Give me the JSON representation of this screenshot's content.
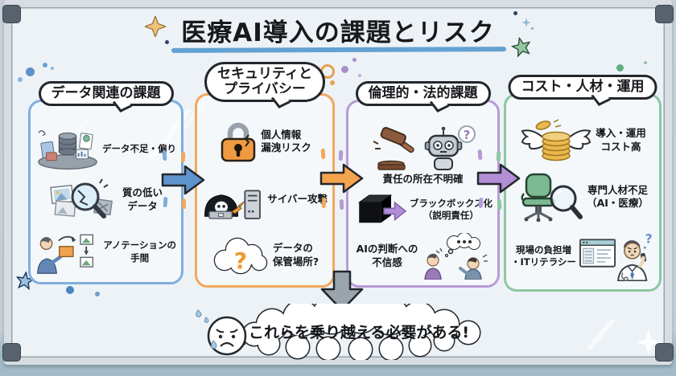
{
  "title": "医療AI導入の課題とリスク",
  "columns": [
    {
      "header": "データ関連の課題",
      "accent": "#7fafdc",
      "items": [
        {
          "icon": "data-pile-icon",
          "label": "データ不足・偏り"
        },
        {
          "icon": "cracked-magnifier-icon",
          "label": "質の低い\nデータ"
        },
        {
          "icon": "annotation-person-icon",
          "label": "アノテーションの\n手間"
        }
      ]
    },
    {
      "header": "セキュリティと\nプライバシー",
      "accent": "#f2a85c",
      "items": [
        {
          "icon": "cracked-padlock-icon",
          "label": "個人情報\n漏洩リスク"
        },
        {
          "icon": "hacker-attack-icon",
          "label": "サイバー攻撃"
        },
        {
          "icon": "cloud-question-icon",
          "label": "データの\n保管場所?"
        }
      ]
    },
    {
      "header": "倫理的・法的課題",
      "accent": "#b69bd6",
      "items": [
        {
          "icon": "gavel-robot-icon",
          "label": "責任の所在不明確"
        },
        {
          "icon": "black-box-icon",
          "label": "ブラックボックス化\n（説明責任）"
        },
        {
          "icon": "doubting-people-icon",
          "label": "AIの判断への\n不信感"
        }
      ]
    },
    {
      "header": "コスト・人材・運用",
      "accent": "#8cc8a0",
      "items": [
        {
          "icon": "winged-coins-icon",
          "label": "導入・運用\nコスト高"
        },
        {
          "icon": "chair-magnifier-icon",
          "label": "専門人材不足\n（AI・医療）"
        },
        {
          "icon": "doctor-it-icon",
          "label": "現場の負担増\n・ITリテラシー"
        }
      ]
    }
  ],
  "flow_arrows": [
    {
      "name": "arrow-1",
      "color": "#5f93cc"
    },
    {
      "name": "arrow-2",
      "color": "#f5a44e"
    },
    {
      "name": "arrow-3",
      "color": "#b48fd6"
    },
    {
      "name": "arrow-down",
      "color": "#9aa4ad"
    }
  ],
  "conclusion": {
    "text": "これらを乗り越える必要がある!",
    "face_icon": "worried-face-icon"
  },
  "glyphs": {
    "question": "?"
  }
}
